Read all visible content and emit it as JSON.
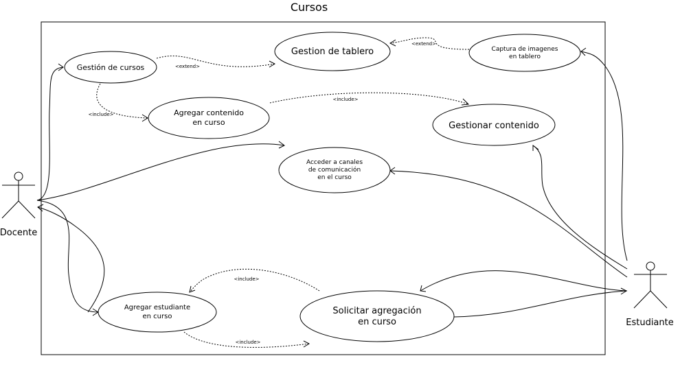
{
  "title": "Cursos",
  "actors": {
    "docente": "Docente",
    "estudiante": "Estudiante"
  },
  "use_cases": {
    "gestion_cursos": "Gestión de cursos",
    "gestion_tablero": "Gestion de tablero",
    "captura_l1": "Captura de imagenes",
    "captura_l2": "en tablero",
    "agregar_contenido_l1": "Agregar contenido",
    "agregar_contenido_l2": "en curso",
    "gestionar_contenido": "Gestionar contenido",
    "acceder_l1": "Acceder a canales",
    "acceder_l2": "de comunicación",
    "acceder_l3": "en el curso",
    "agregar_estudiante_l1": "Agregar estudiante",
    "agregar_estudiante_l2": "en curso",
    "solicitar_l1": "Solicitar agregación",
    "solicitar_l2": "en curso"
  },
  "relations": {
    "extend_1": "<extend>",
    "extend_2": "<extend>",
    "include_1": "<include>",
    "include_2": "<include>",
    "include_3": "<include>",
    "include_4": "<include>"
  }
}
